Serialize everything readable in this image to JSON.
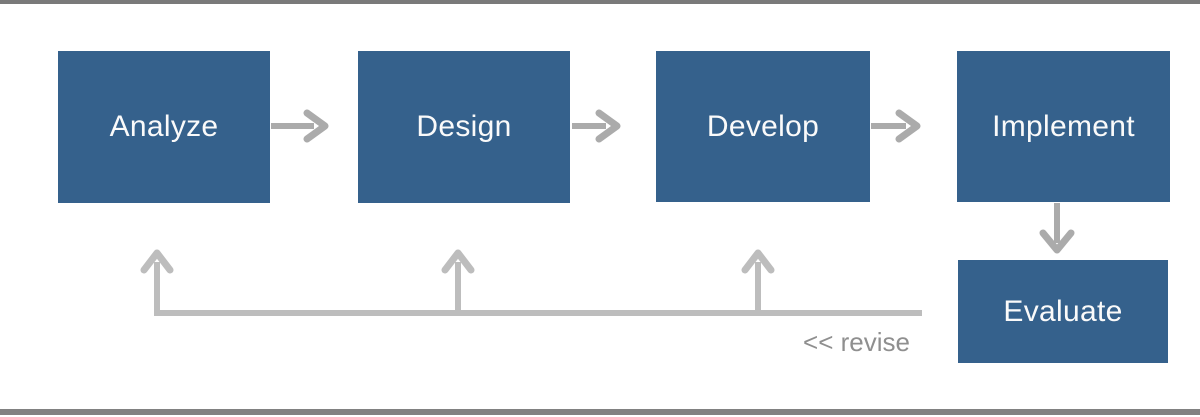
{
  "colors": {
    "background": "#FFFFFF",
    "box_fill": "#35618C",
    "box_text": "#FAFAFA",
    "flow_arrow": "#ABABAB",
    "feedback_arrow": "#BDBDBD",
    "revise_text": "#8F8F8F",
    "top_bar": "#7A7A7A",
    "bottom_bar": "#818181"
  },
  "diagram": {
    "nodes": [
      {
        "id": "analyze",
        "label": "Analyze"
      },
      {
        "id": "design",
        "label": "Design"
      },
      {
        "id": "develop",
        "label": "Develop"
      },
      {
        "id": "implement",
        "label": "Implement"
      },
      {
        "id": "evaluate",
        "label": "Evaluate"
      }
    ],
    "edges": [
      {
        "from": "analyze",
        "to": "design",
        "type": "flow"
      },
      {
        "from": "design",
        "to": "develop",
        "type": "flow"
      },
      {
        "from": "develop",
        "to": "implement",
        "type": "flow"
      },
      {
        "from": "implement",
        "to": "evaluate",
        "type": "flow"
      },
      {
        "from": "evaluate",
        "to": "analyze",
        "type": "feedback"
      },
      {
        "from": "evaluate",
        "to": "design",
        "type": "feedback"
      },
      {
        "from": "evaluate",
        "to": "develop",
        "type": "feedback"
      }
    ],
    "feedback_label": "<< revise"
  },
  "icons": {
    "right_arrow": "right-arrow-icon",
    "down_arrow": "down-arrow-icon",
    "up_arrow": "up-arrow-icon"
  }
}
